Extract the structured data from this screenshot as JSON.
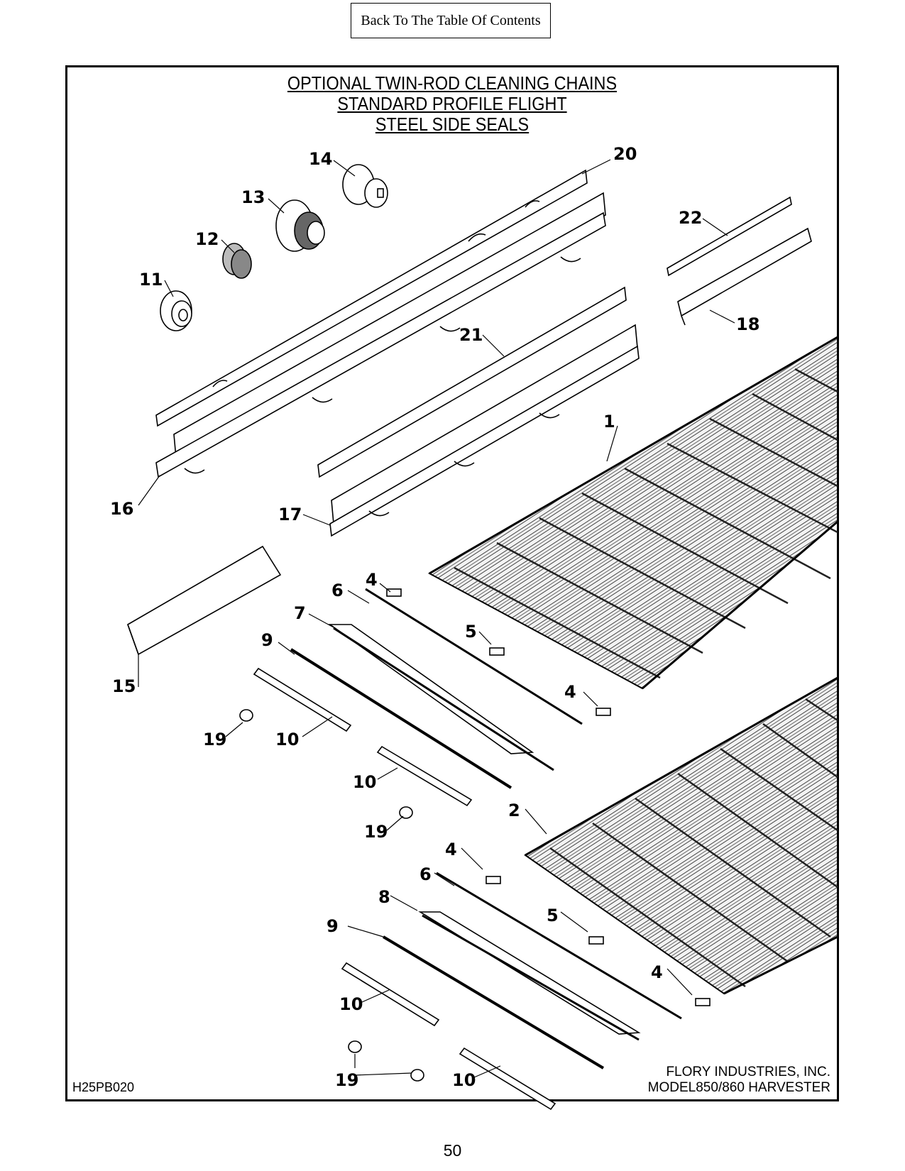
{
  "nav": {
    "toc_label": "Back To The Table Of Contents"
  },
  "diagram": {
    "title_lines": [
      "OPTIONAL TWIN-ROD CLEANING CHAINS",
      "STANDARD PROFILE FLIGHT",
      "STEEL SIDE SEALS"
    ],
    "callouts": [
      "20",
      "14",
      "13",
      "12",
      "11",
      "22",
      "18",
      "21",
      "1",
      "16",
      "17",
      "4",
      "6",
      "7",
      "5",
      "9",
      "15",
      "4",
      "19",
      "10",
      "10",
      "2",
      "19",
      "4",
      "6",
      "8",
      "5",
      "9",
      "4",
      "10",
      "19",
      "10"
    ]
  },
  "footer": {
    "drawing_id": "H25PB020",
    "company": "FLORY INDUSTRIES, INC.",
    "model": "MODEL850/860 HARVESTER"
  },
  "page": {
    "number": "50"
  }
}
